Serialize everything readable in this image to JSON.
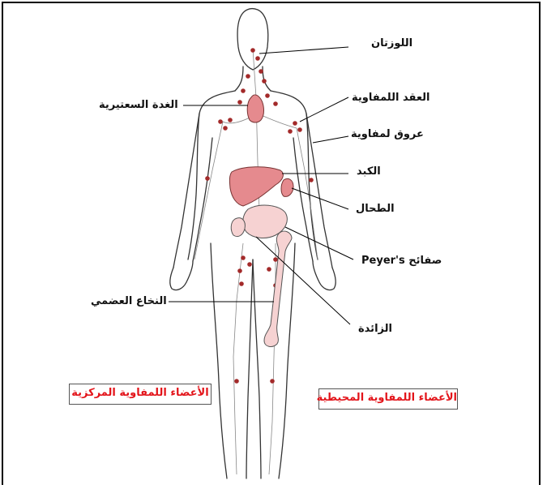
{
  "labels": {
    "tonsils": "اللوزتان",
    "thymus": "الغدة السعتيرية",
    "lymph_nodes": "العقد اللمفاوية",
    "lymph_vessels": "عروق لمفاوية",
    "liver": "الكبد",
    "spleen": "الطحال",
    "peyers_patches": "صفائح Peyer's",
    "bone_marrow": "النخاع العضمي",
    "appendix": "الزائدة"
  },
  "boxes": {
    "central_organs": "الأعضاء اللمفاوية المركزية",
    "peripheral_organs": "الأعضاء اللمفاوية المحيطية"
  },
  "colors": {
    "box_text": "#e3141a",
    "organ_fill": "#e58a8e",
    "node_fill": "#a32a2a",
    "bone_fill": "#f6d2d2"
  }
}
